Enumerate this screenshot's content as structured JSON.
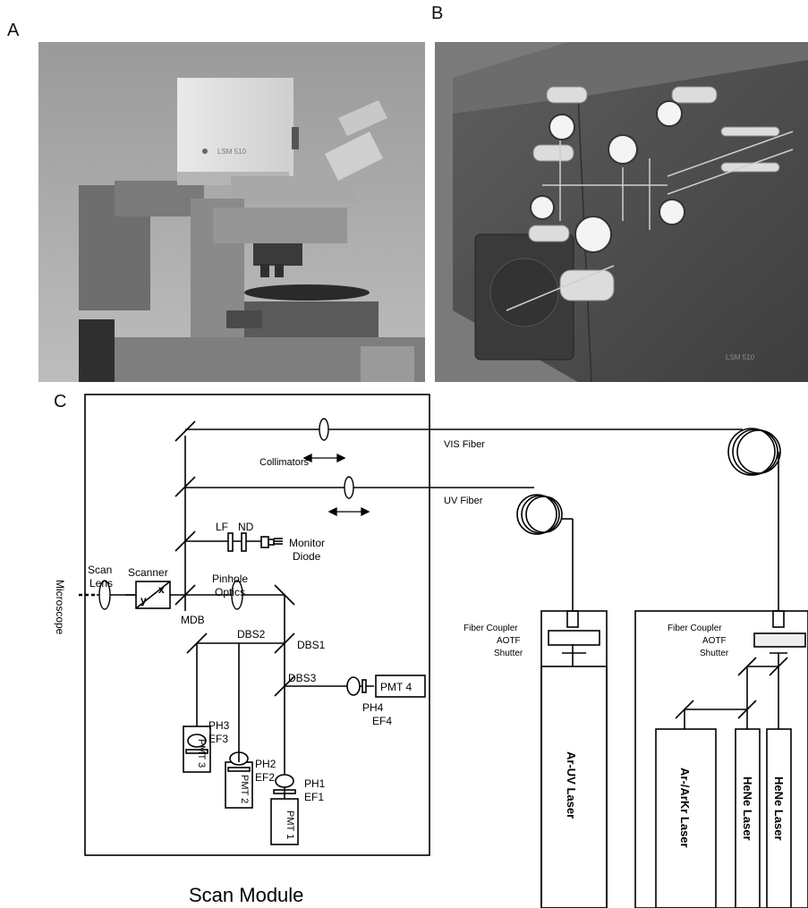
{
  "panels": {
    "a": {
      "letter": "A"
    },
    "b": {
      "letter": "B"
    },
    "c": {
      "letter": "C"
    }
  },
  "photo_a": {
    "brand_text": "LSM 510"
  },
  "photo_b": {
    "brand_text": "LSM 510"
  },
  "diagram": {
    "title": "Scan Module",
    "microscope": "Microscope",
    "scan_lens": [
      "Scan",
      "Lens"
    ],
    "scanner": "Scanner",
    "scanner_y": "y",
    "scanner_x": "x",
    "pinhole_optics": [
      "Pinhole",
      "Optics"
    ],
    "mdb": "MDB",
    "collimators": "Collimators",
    "vis_fiber": "VIS Fiber",
    "uv_fiber": "UV Fiber",
    "lf": "LF",
    "nd": "ND",
    "monitor_diode": [
      "Monitor",
      "Diode"
    ],
    "dbs1": "DBS1",
    "dbs2": "DBS2",
    "dbs3": "DBS3",
    "ph1": "PH1",
    "ef1": "EF1",
    "ph2": "PH2",
    "ef2": "EF2",
    "ph3": "PH3",
    "ef3": "EF3",
    "ph4": "PH4",
    "ef4": "EF4",
    "pmt1": "PMT 1",
    "pmt2": "PMT 2",
    "pmt3": "PMT 3",
    "pmt4": "PMT 4",
    "uv_module": {
      "coupler": [
        "Fiber Coupler",
        "AOTF",
        "Shutter"
      ],
      "laser": "Ar-UV Laser"
    },
    "vis_module": {
      "coupler": [
        "Fiber Coupler",
        "AOTF",
        "Shutter"
      ],
      "laser1": "Ar-/ArKr Laser",
      "laser2": "HeNe Laser",
      "laser3": "HeNe Laser"
    }
  }
}
